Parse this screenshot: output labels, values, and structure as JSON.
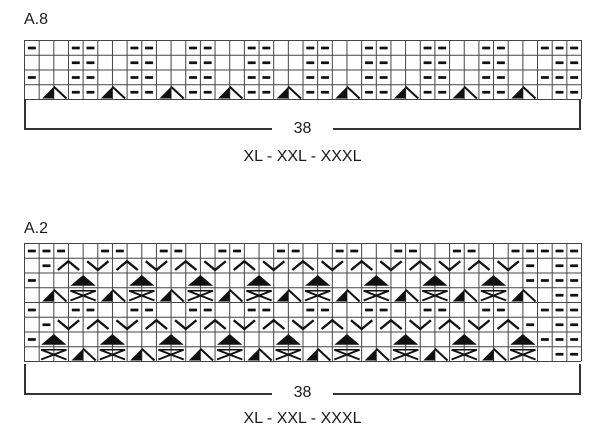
{
  "legend_codes": {
    ".": "knit (blank square)",
    "-": "purl",
    "D": "decrease (half-filled triangle, 2 stitches)",
    "T": "filled triangle (double decrease / bobble, 2 stitches)",
    "X": "cross (cable / crossed stitches, 2 stitches)",
    "^": "up chevron (2 stitches)",
    "v": "down chevron (2 stitches)",
    "_": "continuation of 2-stitch symbol"
  },
  "charts": [
    {
      "id": "A8",
      "label": "A.8",
      "stitch_count": "38",
      "sizes": "XL - XXL - XXXL",
      "rows": [
        "-..--..--..--..--..--..--..--..--..---",
        "...--..--..--..--..--..--..--..--...--",
        "-..--..--..--..--..--..--..--..--..---",
        ".D_--D_--D_--D_--D_--D_--D_--D_--D_.--"
      ]
    },
    {
      "id": "A2",
      "label": "A.2",
      "stitch_count": "38",
      "sizes": "XL - XXL - XXXL",
      "rows": [
        "---..--..--..--..--..--..--..--..-----",
        ".-^_v_^_v_^_v_^_v_^_v_^_v_^_v_^_v_-.--",
        "-..T_..T_..T_..T_..T_..T_..T_..T_.----",
        ".D_X_D_X_D_X_D_X_D_X_D_X_D_X_D_X_D_.--",
        "-..--..--..--..--..--..--..--..--..---",
        ".-v_^_v_^_v_^_v_^_v_^_v_^_v_^_v_^_-.--",
        "-T_..T_..T_..T_..T_..T_..T_..T_..T_---",
        ".X_D_X_D_X_D_X_D_X_D_X_D_X_D_X_D_X_.--"
      ]
    }
  ]
}
